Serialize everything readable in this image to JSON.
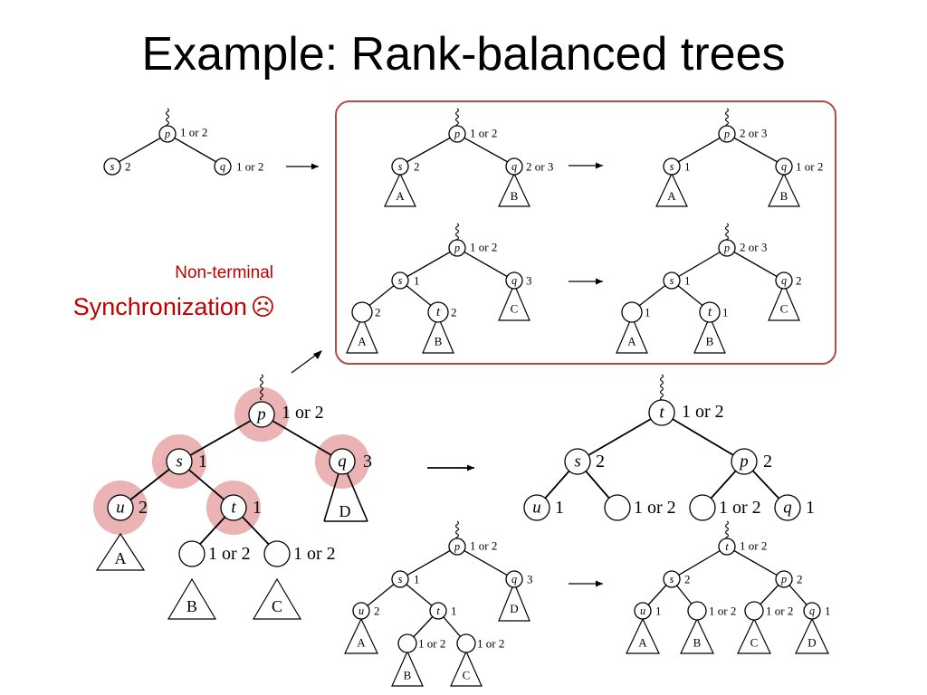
{
  "slide": {
    "title": "Example: Rank-balanced trees",
    "annotation_small": "Non-terminal",
    "annotation_big": "Synchronization",
    "annotation_icon": "frown-icon",
    "annotation_color": "#c00000",
    "highlight_color": "#e8a6a6",
    "box_color": "#b24a4a"
  },
  "diagram_labels": {
    "p": "p",
    "s": "s",
    "q": "q",
    "t": "t",
    "u": "u",
    "A": "A",
    "B": "B",
    "C": "C",
    "D": "D",
    "r1or2": "1 or 2",
    "r2or3": "2 or 3",
    "r1": "1",
    "r2": "2",
    "r3": "3"
  }
}
